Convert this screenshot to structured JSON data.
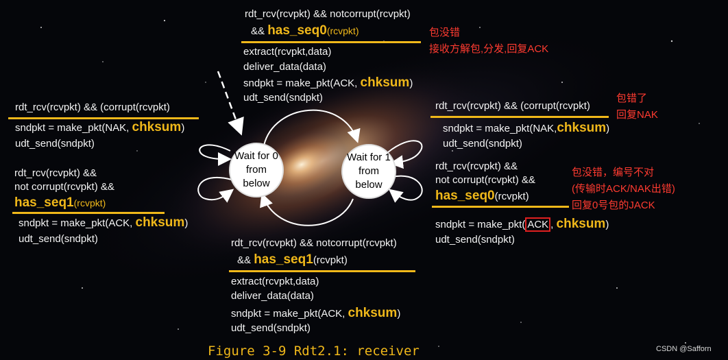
{
  "colors": {
    "accent": "#f0b81a",
    "note": "#ff3b30",
    "background": "#05060a"
  },
  "states": [
    {
      "id": "wait0",
      "label": "Wait for 0 from below"
    },
    {
      "id": "wait1",
      "label": "Wait for 1 from below"
    }
  ],
  "top": {
    "cond1": "rdt_rcv(rcvpkt) && notcorrupt(rcvpkt)",
    "cond2_pre": "&& ",
    "cond2_hl": "has_seq0",
    "cond2_post": "(rcvpkt)",
    "act1": "extract(rcvpkt,data)",
    "act2": "deliver_data(data)",
    "act3_pre": "sndpkt = make_pkt(ACK, ",
    "act3_hl": "chksum",
    "act3_post": ")",
    "act4": "udt_send(sndpkt)",
    "note1": "包没错",
    "note2": "接收方解包,分发,回复ACK"
  },
  "left_top": {
    "cond": "rdt_rcv(rcvpkt) && (corrupt(rcvpkt)",
    "act1_pre": "sndpkt = make_pkt(NAK, ",
    "act1_hl": "chksum",
    "act1_post": ")",
    "act2": "udt_send(sndpkt)"
  },
  "left_bottom": {
    "cond1": "rdt_rcv(rcvpkt) &&",
    "cond2": "not corrupt(rcvpkt) &&",
    "cond3_hl": "has_seq1",
    "cond3_post": "(rcvpkt)",
    "act1_pre": "sndpkt = make_pkt(ACK, ",
    "act1_hl": "chksum",
    "act1_post": ")",
    "act2": "udt_send(sndpkt)"
  },
  "right_top": {
    "cond": "rdt_rcv(rcvpkt) && (corrupt(rcvpkt)",
    "act1_pre": "sndpkt = make_pkt(NAK,",
    "act1_hl": "chksum",
    "act1_post": ")",
    "act2": "udt_send(sndpkt)",
    "note1": "包错了",
    "note2": "回复NAK"
  },
  "right_bottom": {
    "cond1": "rdt_rcv(rcvpkt) &&",
    "cond2": "not corrupt(rcvpkt) &&",
    "cond3_hl": "has_seq0",
    "cond3_post": "(rcvpkt)",
    "act1_pre": "sndpkt = make_pkt(",
    "act1_box": "ACK",
    "act1_mid": ", ",
    "act1_hl": "chksum",
    "act1_post": ")",
    "act2": "udt_send(sndpkt)",
    "note1": "包没错，编号不对",
    "note2": "(传输时ACK/NAK出错)",
    "note3": "回复0号包的JACK"
  },
  "bottom": {
    "cond1": "rdt_rcv(rcvpkt) && notcorrupt(rcvpkt)",
    "cond2_pre": "&& ",
    "cond2_hl": "has_seq1",
    "cond2_post": "(rcvpkt)",
    "act1": "extract(rcvpkt,data)",
    "act2": "deliver_data(data)",
    "act3_pre": "sndpkt = make_pkt(ACK, ",
    "act3_hl": "chksum",
    "act3_post": ")",
    "act4": "udt_send(sndpkt)"
  },
  "caption": "Figure 3-9  Rdt2.1: receiver",
  "watermark": "CSDN @Safforn"
}
